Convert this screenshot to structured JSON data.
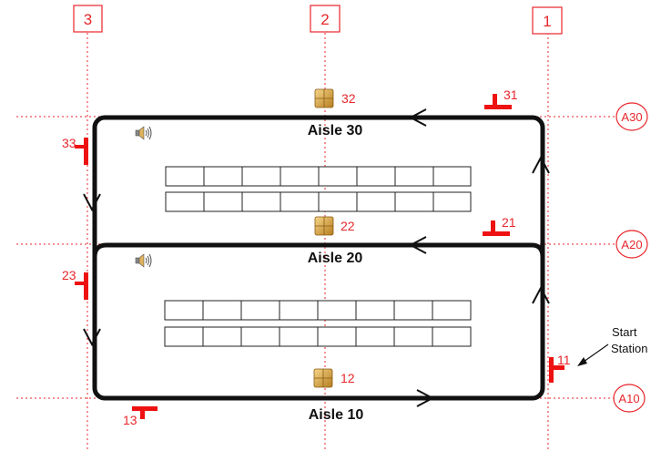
{
  "columns": [
    "3",
    "2",
    "1"
  ],
  "rows": [
    "A30",
    "A20",
    "A10"
  ],
  "aisles": [
    "Aisle 30",
    "Aisle 20",
    "Aisle 10"
  ],
  "boxes": [
    "32",
    "22",
    "12"
  ],
  "stations": [
    "33",
    "31",
    "23",
    "21",
    "13",
    "11"
  ],
  "start_label": [
    "Start",
    "Station"
  ],
  "colors": {
    "grid": "#e8262b",
    "track": "#111111",
    "marker": "#ee1111",
    "box": "#c9962f",
    "shelf": "#222222"
  },
  "icons": [
    "speaker-icon",
    "box-icon",
    "station-marker-icon",
    "arrow-icon"
  ]
}
